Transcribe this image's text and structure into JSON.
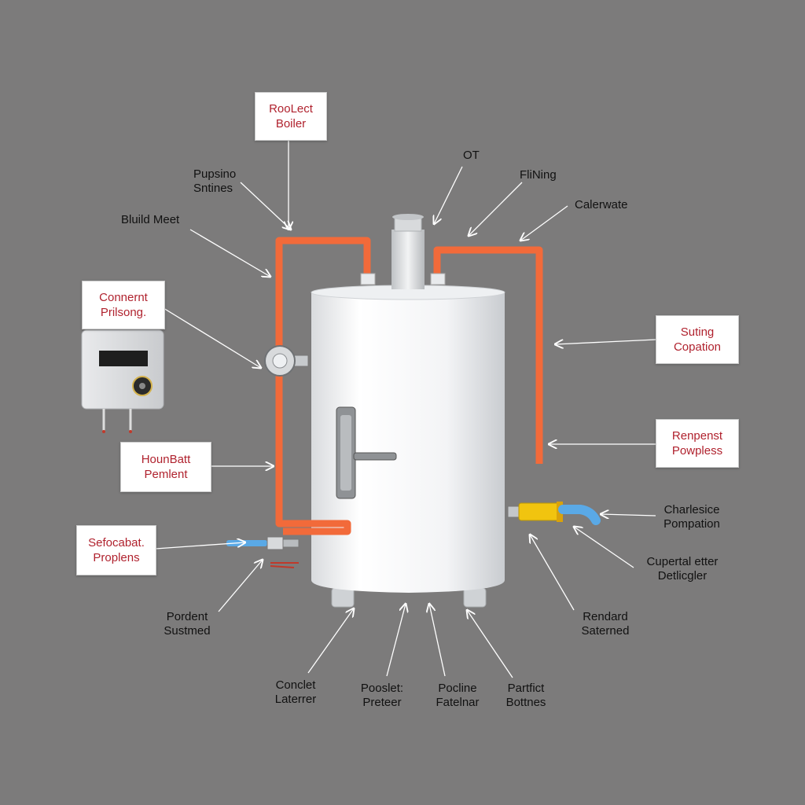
{
  "colors": {
    "background": "#7c7b7b",
    "pipe": "#f26a3a",
    "boxed_label_text": "#b0222e",
    "plain_label_text": "#111111",
    "tank": "#f4f5f7",
    "inlet_pipe": "#f1c40f",
    "outlet_pipe": "#5aa9e6"
  },
  "labels": {
    "roolect_boiler": {
      "line1": "RooLect",
      "line2": "Boiler"
    },
    "connent_prilsong": {
      "line1": "Connernt",
      "line2": "Prilsong."
    },
    "hounbatt_pemlent": {
      "line1": "HounBatt",
      "line2": "Pemlent"
    },
    "sefocabat_proplens": {
      "line1": "Sefocabat.",
      "line2": "Proplens"
    },
    "suting_copation": {
      "line1": "Suting",
      "line2": "Copation"
    },
    "renpenst_powpless": {
      "line1": "Renpenst",
      "line2": "Powpless"
    },
    "pupsino_sntines": {
      "line1": "Pupsino",
      "line2": "Sntines"
    },
    "bluild_meet": {
      "line1": "Bluild Meet"
    },
    "ot": {
      "line1": "OT"
    },
    "flilning": {
      "line1": "FliNing"
    },
    "calerwate": {
      "line1": "Calerwate"
    },
    "charlesice_pompation": {
      "line1": "Charlesice",
      "line2": "Pompation"
    },
    "cupertal_etter_detlicgler": {
      "line1": "Cupertal etter",
      "line2": "Detlicgler"
    },
    "rendard_saterned": {
      "line1": "Rendard",
      "line2": "Saterned"
    },
    "pordent_sustmed": {
      "line1": "Pordent",
      "line2": "Sustmed"
    },
    "conclet_laterrer": {
      "line1": "Conclet",
      "line2": "Laterrer"
    },
    "pooslet_preteer": {
      "line1": "Pooslet:",
      "line2": "Preteer"
    },
    "pocline_fatelnar": {
      "line1": "Pocline",
      "line2": "Fatelnar"
    },
    "partfict_bottnes": {
      "line1": "Partfict",
      "line2": "Bottnes"
    }
  }
}
